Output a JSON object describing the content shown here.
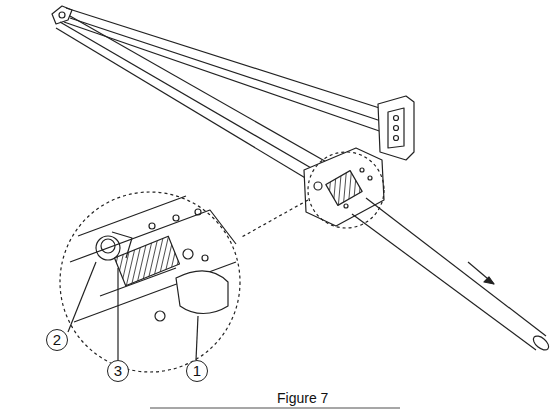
{
  "diagram": {
    "caption": "Figure 7",
    "labels": [
      "2",
      "3",
      "1"
    ]
  }
}
